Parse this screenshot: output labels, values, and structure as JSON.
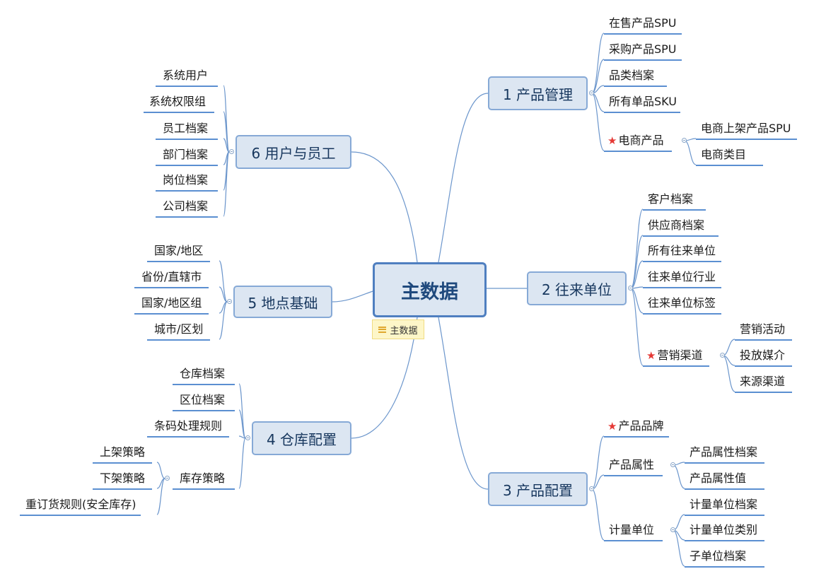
{
  "root": {
    "label": "主数据",
    "note_label": "主数据"
  },
  "branches": [
    {
      "label": "1 产品管理",
      "items": [
        {
          "label": "在售产品SPU"
        },
        {
          "label": "采购产品SPU"
        },
        {
          "label": "品类档案"
        },
        {
          "label": "所有单品SKU"
        },
        {
          "label": "电商产品",
          "starred": true,
          "children": [
            {
              "label": "电商上架产品SPU"
            },
            {
              "label": "电商类目"
            }
          ]
        }
      ]
    },
    {
      "label": "2 往来单位",
      "items": [
        {
          "label": "客户档案"
        },
        {
          "label": "供应商档案"
        },
        {
          "label": "所有往来单位"
        },
        {
          "label": "往来单位行业"
        },
        {
          "label": "往来单位标签"
        },
        {
          "label": "营销渠道",
          "starred": true,
          "children": [
            {
              "label": "营销活动"
            },
            {
              "label": "投放媒介"
            },
            {
              "label": "来源渠道"
            }
          ]
        }
      ]
    },
    {
      "label": "3 产品配置",
      "items": [
        {
          "label": "产品品牌",
          "starred": true
        },
        {
          "label": "产品属性",
          "children": [
            {
              "label": "产品属性档案"
            },
            {
              "label": "产品属性值"
            }
          ]
        },
        {
          "label": "计量单位",
          "children": [
            {
              "label": "计量单位档案"
            },
            {
              "label": "计量单位类别"
            },
            {
              "label": "子单位档案"
            }
          ]
        }
      ]
    },
    {
      "label": "4 仓库配置",
      "items": [
        {
          "label": "仓库档案"
        },
        {
          "label": "区位档案"
        },
        {
          "label": "条码处理规则"
        },
        {
          "label": "库存策略",
          "children": [
            {
              "label": "上架策略"
            },
            {
              "label": "下架策略"
            },
            {
              "label": "重订货规则(安全库存)"
            }
          ]
        }
      ]
    },
    {
      "label": "5 地点基础",
      "items": [
        {
          "label": "国家/地区"
        },
        {
          "label": "省份/直辖市"
        },
        {
          "label": "国家/地区组"
        },
        {
          "label": "城市/区划"
        }
      ]
    },
    {
      "label": "6 用户与员工",
      "items": [
        {
          "label": "系统用户"
        },
        {
          "label": "系统权限组"
        },
        {
          "label": "员工档案"
        },
        {
          "label": "部门档案"
        },
        {
          "label": "岗位档案"
        },
        {
          "label": "公司档案"
        }
      ]
    }
  ],
  "colors": {
    "line": "#6c96cc",
    "underline": "#5b8fd1",
    "box_fill": "#dce6f2",
    "root_border": "#4f7fc0",
    "star": "#e53935"
  },
  "icons": {
    "star": "star-icon",
    "note": "note-icon",
    "collapse": "collapse-toggle-icon"
  }
}
